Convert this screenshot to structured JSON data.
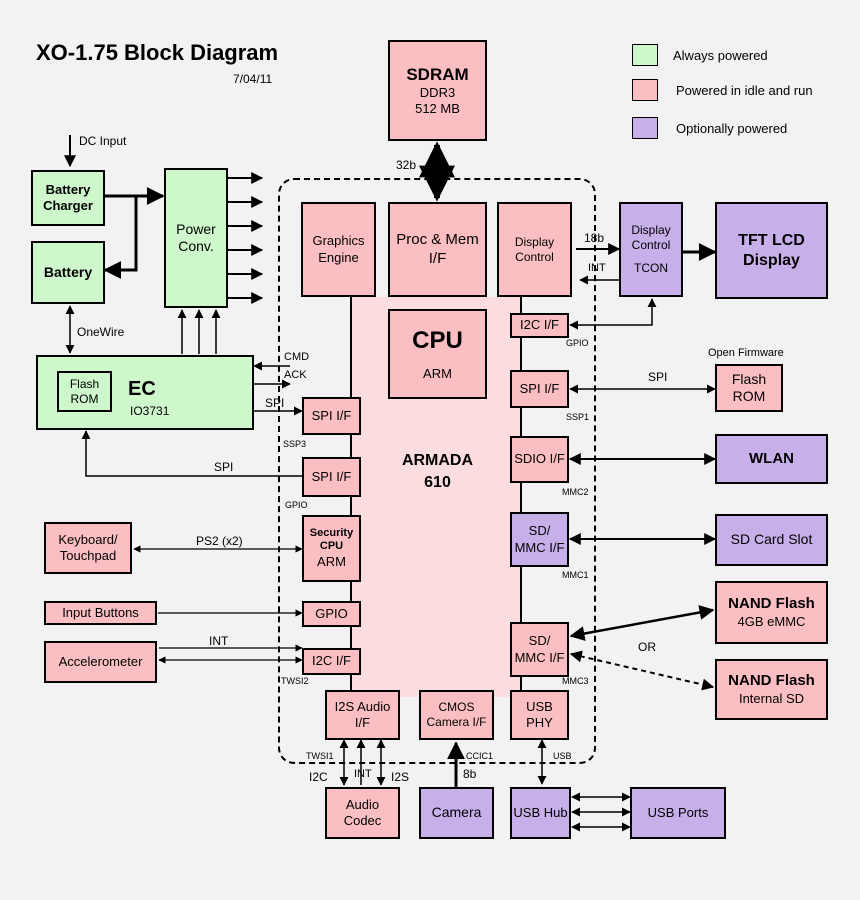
{
  "title": "XO-1.75 Block Diagram",
  "date": "7/04/11",
  "legend": [
    {
      "label": "Always powered",
      "color": "#cff7cc"
    },
    {
      "label": "Powered in idle and run",
      "color": "#fbbfc3"
    },
    {
      "label": "Optionally powered",
      "color": "#c7b0ea"
    }
  ],
  "blocks": {
    "sdram": {
      "title": "SDRAM",
      "line1": "DDR3",
      "line2": "512 MB"
    },
    "battery_charger": {
      "label": "Battery Charger"
    },
    "battery": {
      "label": "Battery"
    },
    "power_conv": {
      "label": "Power Conv."
    },
    "ec": {
      "title": "EC",
      "sub": "IO3731"
    },
    "flash_rom_ec": {
      "label": "Flash ROM"
    },
    "graphics": {
      "label": "Graphics Engine"
    },
    "proc_mem": {
      "label": "Proc & Mem I/F"
    },
    "display_control": {
      "label": "Display Control"
    },
    "tcon": {
      "label": "Display Control",
      "sub": "TCON"
    },
    "tft": {
      "label": "TFT LCD Display"
    },
    "cpu": {
      "title": "CPU",
      "sub": "ARM"
    },
    "armada": {
      "label": "ARMADA 610"
    },
    "i2c_top": {
      "label": "I2C I/F"
    },
    "spi_right": {
      "label": "SPI I/F"
    },
    "flash_rom_of": {
      "label": "Flash ROM"
    },
    "sdio": {
      "label": "SDIO I/F"
    },
    "wlan": {
      "label": "WLAN"
    },
    "sdmmc1": {
      "label": "SD/ MMC I/F"
    },
    "sdcard": {
      "label": "SD Card Slot"
    },
    "sdmmc3": {
      "label": "SD/ MMC I/F"
    },
    "nand1": {
      "title": "NAND Flash",
      "sub": "4GB eMMC"
    },
    "nand2": {
      "title": "NAND Flash",
      "sub": "Internal SD"
    },
    "spi_left1": {
      "label": "SPI I/F"
    },
    "spi_left2": {
      "label": "SPI I/F"
    },
    "security": {
      "title": "Security CPU",
      "sub": "ARM"
    },
    "gpio": {
      "label": "GPIO"
    },
    "i2c_left": {
      "label": "I2C I/F"
    },
    "keyboard": {
      "label": "Keyboard/ Touchpad"
    },
    "input_buttons": {
      "label": "Input Buttons"
    },
    "accelerometer": {
      "label": "Accelerometer"
    },
    "i2s": {
      "label": "I2S Audio I/F"
    },
    "cmos": {
      "label": "CMOS Camera I/F"
    },
    "usb_phy": {
      "label": "USB PHY"
    },
    "audio_codec": {
      "label": "Audio Codec"
    },
    "camera": {
      "label": "Camera"
    },
    "usb_hub": {
      "label": "USB Hub"
    },
    "usb_ports": {
      "label": "USB Ports"
    }
  },
  "labels": {
    "dc_input": "DC Input",
    "onewire": "OneWire",
    "cmd": "CMD",
    "ack": "ACK",
    "spi_ec": "SPI",
    "spi_ec2": "SPI",
    "spi_of": "SPI",
    "ps2": "PS2 (x2)",
    "int_acc": "INT",
    "or": "OR",
    "b32": "32b",
    "b18": "18b",
    "int_tcon": "INT",
    "open_firmware": "Open Firmware",
    "i2c_codec": "I2C",
    "int_codec": "INT",
    "i2s_codec": "I2S",
    "b8": "8b",
    "ssp3": "SSP3",
    "gpio_small": "GPIO",
    "twsi2": "TWSI2",
    "twsi1": "TWSI1",
    "ccic1": "CCIC1",
    "usb_small": "USB",
    "gpio_i2c": "GPIO",
    "ssp1": "SSP1",
    "mmc2": "MMC2",
    "mmc1": "MMC1",
    "mmc3": "MMC3"
  }
}
